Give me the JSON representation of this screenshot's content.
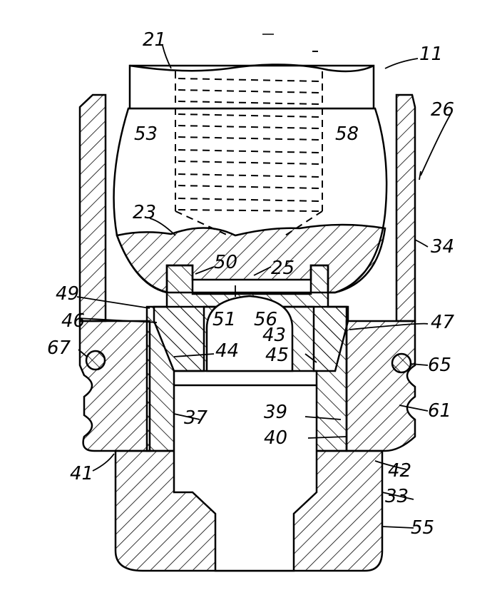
{
  "colors": {
    "ink": "#000000",
    "paper": "#ffffff"
  },
  "labels": {
    "l11": "11",
    "l21": "21",
    "l23": "23",
    "l25": "25",
    "l26": "26",
    "l33": "33",
    "l34": "34",
    "l37": "37",
    "l39": "39",
    "l40": "40",
    "l41": "41",
    "l42": "42",
    "l43": "43",
    "l44": "44",
    "l45": "45",
    "l46": "46",
    "l47": "47",
    "l49": "49",
    "l50": "50",
    "l51": "51",
    "l53": "53",
    "l55": "55",
    "l56": "56",
    "l58": "58",
    "l61": "61",
    "l65": "65",
    "l67": "67"
  }
}
